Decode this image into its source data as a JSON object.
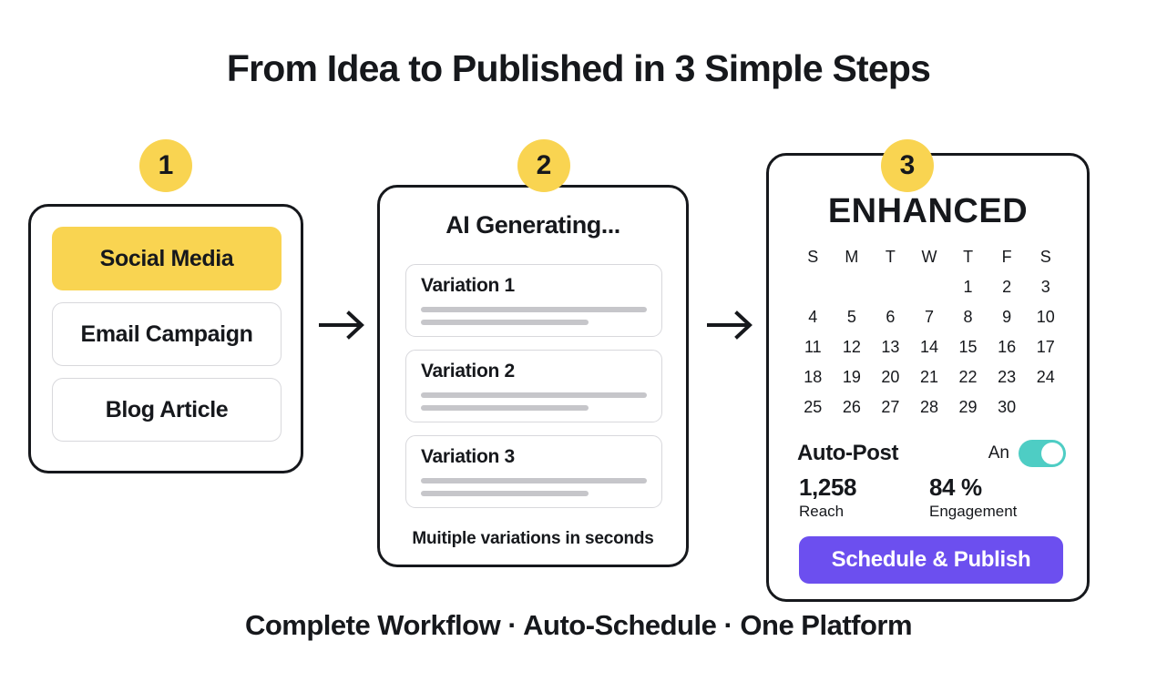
{
  "page": {
    "title": "From Idea to Published in 3 Simple Steps",
    "footer_tagline": "Complete Workflow · Auto-Schedule · One Platform",
    "background_color": "#FFFFFF",
    "accent_yellow": "#F9D451",
    "accent_purple": "#6C4FEF",
    "accent_teal": "#4ECDC4",
    "ink": "#16181C"
  },
  "steps": [
    {
      "badge": "1",
      "options": [
        {
          "label": "Social Media",
          "state": "selected"
        },
        {
          "label": "Email Campaign",
          "state": "default"
        },
        {
          "label": "Blog Article",
          "state": "default"
        }
      ]
    },
    {
      "badge": "2",
      "title": "AI Generating...",
      "variations": [
        {
          "label": "Variation 1"
        },
        {
          "label": "Variation 2"
        },
        {
          "label": "Variation 3"
        }
      ],
      "caption": "Muitiple variations in seconds"
    },
    {
      "badge": "3",
      "title": "ENHANCED",
      "calendar": {
        "weekday_headers": [
          "S",
          "M",
          "T",
          "W",
          "T",
          "F",
          "S"
        ],
        "leading_blanks": 4,
        "days": [
          1,
          2,
          3,
          4,
          5,
          6,
          7,
          8,
          9,
          10,
          11,
          12,
          13,
          14,
          15,
          16,
          17,
          18,
          19,
          20,
          21,
          22,
          23,
          24,
          25,
          26,
          27,
          28,
          29,
          30
        ]
      },
      "auto_post": {
        "label": "Auto-Post",
        "toggle_text": "An",
        "toggle_state": "on"
      },
      "stats": [
        {
          "value": "1,258",
          "label": "Reach"
        },
        {
          "value": "84 %",
          "label": "Engagement"
        }
      ],
      "publish_button": "Schedule & Publish"
    }
  ],
  "arrows": {
    "first": "arrow-right",
    "second": "arrow-right"
  }
}
